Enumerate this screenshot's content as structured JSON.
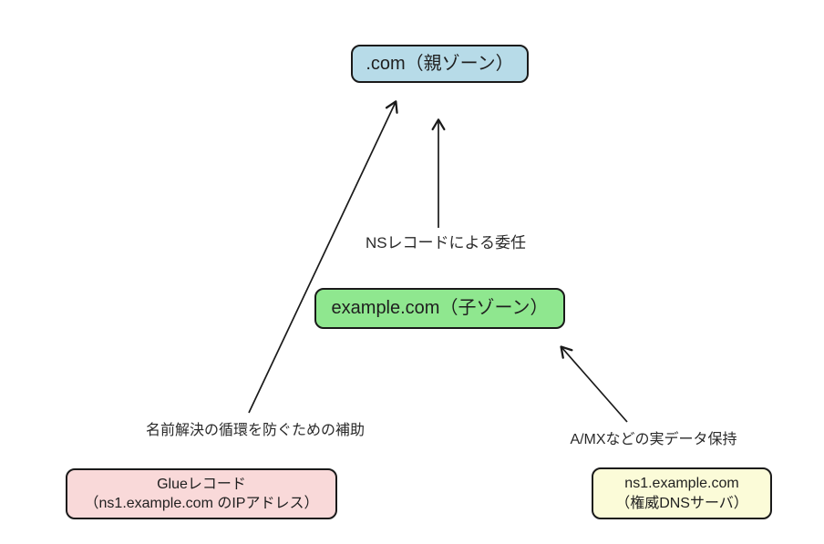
{
  "diagram": {
    "type": "dns-delegation-diagram",
    "background_color": "#ffffff",
    "line_color": "#1a1a1a",
    "nodes": [
      {
        "id": "com-parent-zone",
        "label": ".com（親ゾーン）",
        "fill": "#b7dbe8",
        "border": "#1a1a1a"
      },
      {
        "id": "example-child-zone",
        "label": "example.com（子ゾーン）",
        "fill": "#8fe78f",
        "border": "#1a1a1a"
      },
      {
        "id": "glue-record",
        "line1": "Glueレコード",
        "line2": "（ns1.example.com のIPアドレス）",
        "fill": "#f9d9d9",
        "border": "#1a1a1a"
      },
      {
        "id": "ns1-server",
        "line1": "ns1.example.com",
        "line2": "（権威DNSサーバ）",
        "fill": "#fbfbd8",
        "border": "#1a1a1a"
      }
    ],
    "edge_labels": [
      {
        "id": "ns-delegation",
        "text": "NSレコードによる委任"
      },
      {
        "id": "glue-purpose",
        "text": "名前解決の循環を防ぐための補助"
      },
      {
        "id": "real-data",
        "text": "A/MXなどの実データ保持"
      }
    ],
    "edges": [
      {
        "id": "glue-to-com",
        "from": "glue-record",
        "to": "com-parent-zone"
      },
      {
        "id": "example-to-com",
        "from": "example-child-zone",
        "to": "com-parent-zone"
      },
      {
        "id": "ns1-to-example",
        "from": "ns1-server",
        "to": "example-child-zone"
      }
    ]
  }
}
